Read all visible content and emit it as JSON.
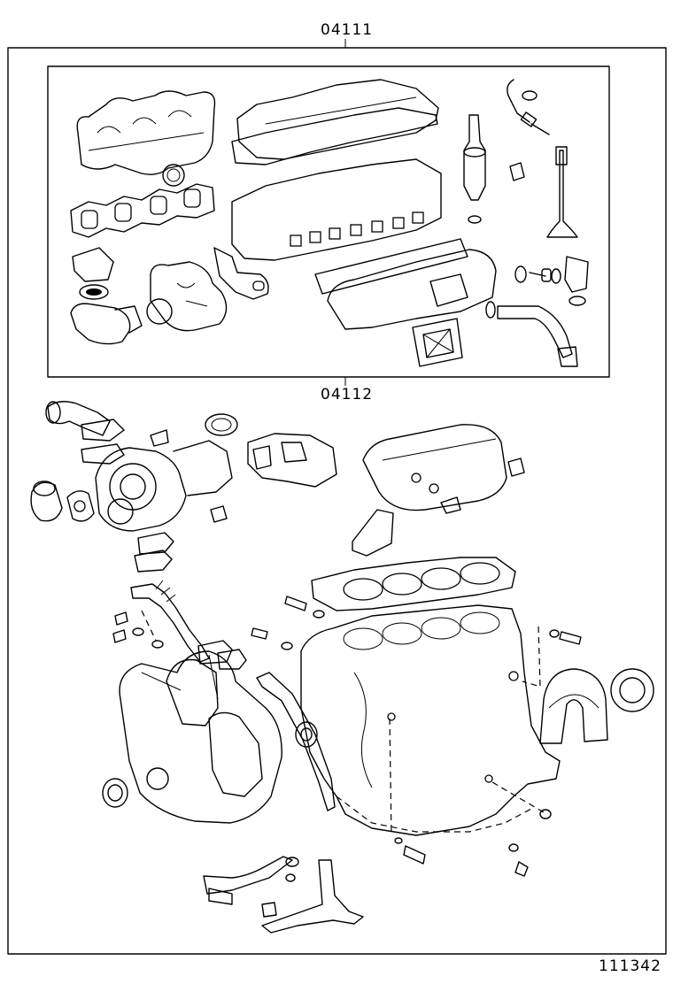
{
  "diagram": {
    "outer_kit_label": "04111",
    "inner_kit_label": "04112",
    "illustration_number": "111342"
  }
}
